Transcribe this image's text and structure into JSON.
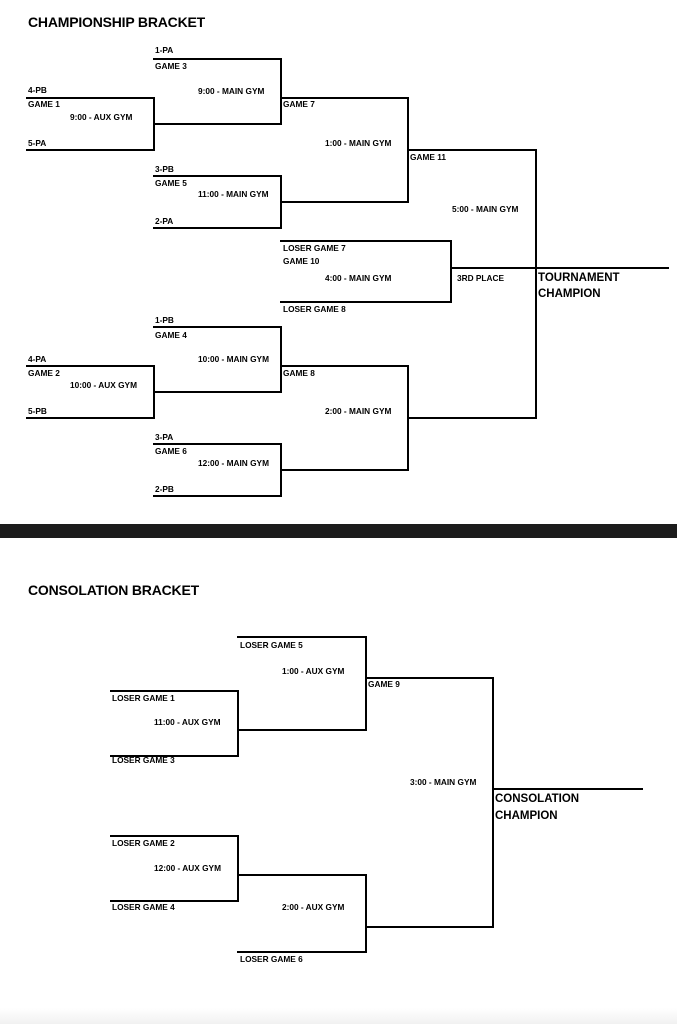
{
  "championship": {
    "title": "CHAMPIONSHIP BRACKET",
    "labels": {
      "g3_top": "1-PA",
      "g3": "GAME 3",
      "g3_time": "9:00 - MAIN GYM",
      "g1_top": "4-PB",
      "g1": "GAME 1",
      "g1_time": "9:00 - AUX GYM",
      "g1_bottom": "5-PA",
      "g7": "GAME 7",
      "g7_time": "1:00 - MAIN GYM",
      "g11": "GAME 11",
      "g11_time": "5:00 - MAIN GYM",
      "g5_top": "3-PB",
      "g5": "GAME 5",
      "g5_time": "11:00 - MAIN GYM",
      "g5_bottom": "2-PA",
      "g10_top": "LOSER GAME 7",
      "g10": "GAME 10",
      "g10_time": "4:00 - MAIN GYM",
      "g10_bottom": "LOSER GAME 8",
      "third_place": "3RD PLACE",
      "champion_1": "TOURNAMENT",
      "champion_2": "CHAMPION",
      "g4_top": "1-PB",
      "g4": "GAME 4",
      "g4_time": "10:00 - MAIN GYM",
      "g2_top": "4-PA",
      "g2": "GAME 2",
      "g2_time": "10:00 - AUX GYM",
      "g2_bottom": "5-PB",
      "g8": "GAME 8",
      "g8_time": "2:00 - MAIN GYM",
      "g6_top": "3-PA",
      "g6": "GAME 6",
      "g6_time": "12:00 - MAIN GYM",
      "g6_bottom": "2-PB"
    }
  },
  "consolation": {
    "title": "CONSOLATION BRACKET",
    "labels": {
      "c_lg5": "LOSER GAME 5",
      "c_t1": "1:00 - AUX GYM",
      "c_g9": "GAME 9",
      "c_lg1": "LOSER GAME 1",
      "c_t11": "11:00 - AUX GYM",
      "c_lg3": "LOSER GAME 3",
      "c_t3": "3:00 - MAIN GYM",
      "champion_1": "CONSOLATION",
      "champion_2": "CHAMPION",
      "c_lg2": "LOSER GAME 2",
      "c_t12": "12:00 - AUX GYM",
      "c_lg4": "LOSER GAME 4",
      "c_t2": "2:00 - AUX GYM",
      "c_lg6": "LOSER GAME 6"
    }
  }
}
